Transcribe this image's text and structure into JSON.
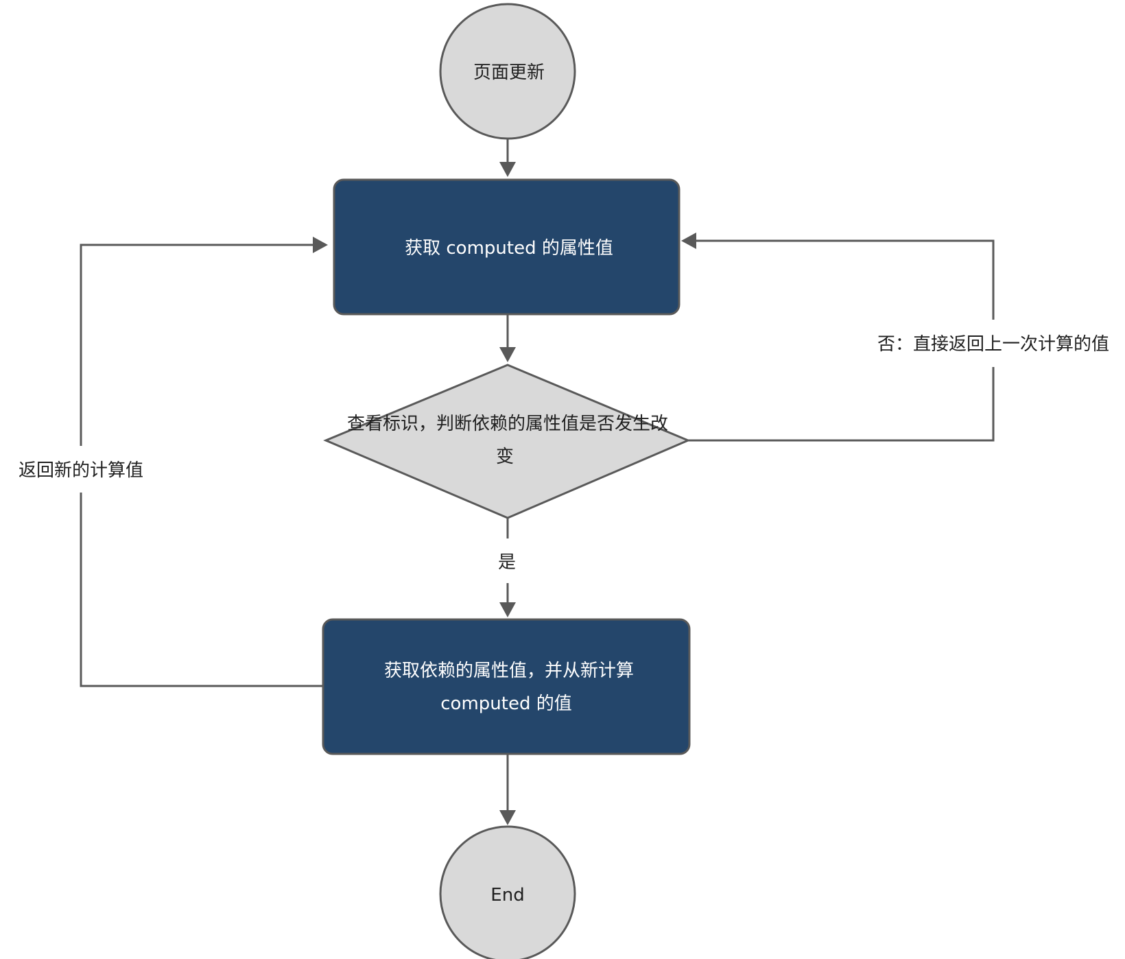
{
  "nodes": {
    "start": {
      "label": "页面更新"
    },
    "get_computed": {
      "label": "获取 computed 的属性值"
    },
    "check_flag": {
      "label_line1": "查看标识，判断依赖的属性值是否发生改",
      "label_line2": "变"
    },
    "recompute": {
      "label_line1": "获取依赖的属性值，并从新计算",
      "label_line2": "computed 的值"
    },
    "end": {
      "label": "End"
    }
  },
  "edges": {
    "yes": {
      "label": "是"
    },
    "no": {
      "label": "否：直接返回上一次计算的值"
    },
    "return_new": {
      "label": "返回新的计算值"
    }
  },
  "colors": {
    "process_fill": "#24466b",
    "terminal_fill": "#d9d9d9",
    "decision_fill": "#d9d9d9",
    "stroke": "#595959"
  }
}
